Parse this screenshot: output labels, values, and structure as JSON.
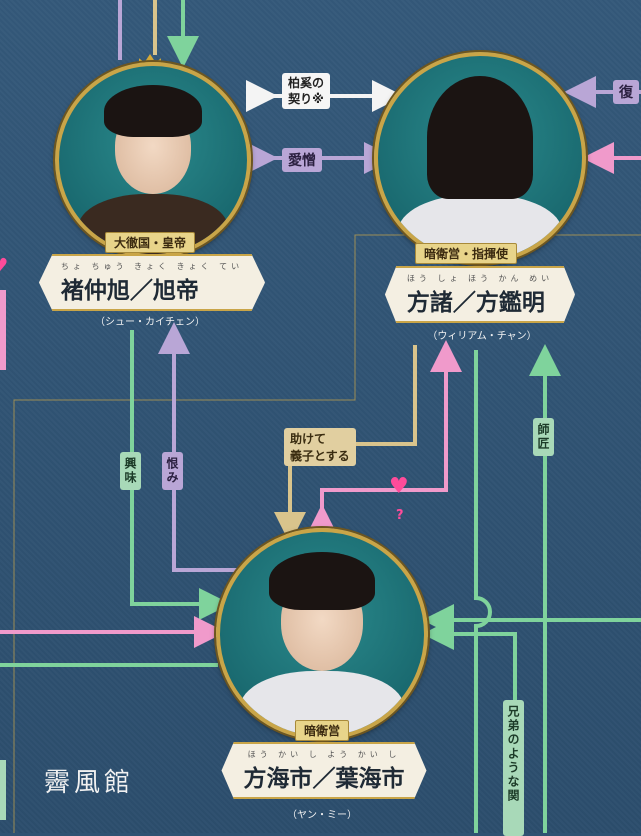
{
  "characters": {
    "xu": {
      "title": "大徹国・皇帝",
      "name": "褚仲旭／旭帝",
      "ruby": "ちょ ちゅう きょく  きょく てい",
      "actor": "（シュー・カイチェン）"
    },
    "fang": {
      "title": "暗衛営・指揮使",
      "name": "方諸／方鑑明",
      "ruby": "ほう しょ  ほう かん めい",
      "actor": "（ウィリアム・チャン）"
    },
    "hai": {
      "title": "暗衛営",
      "name": "方海市／葉海市",
      "ruby": "ほう かい し  よう かい し",
      "actor": "（ヤン・ミー）"
    }
  },
  "relations": {
    "pact_line1": "柏奚の",
    "pact_line2": "契り※",
    "love_hate": "愛憎",
    "fukushu_partial": "復",
    "adopt_line1": "助けて",
    "adopt_line2": "義子とする",
    "master": "師匠",
    "interest": "興味",
    "grudge": "恨み",
    "sibling_like": "兄弟のような関",
    "question": "?"
  },
  "place": "霽風館",
  "colors": {
    "green": "#7fd39c",
    "purple": "#b9a6d6",
    "pink": "#f09acb",
    "tan": "#d9c48c",
    "gold": "#c9a548"
  }
}
